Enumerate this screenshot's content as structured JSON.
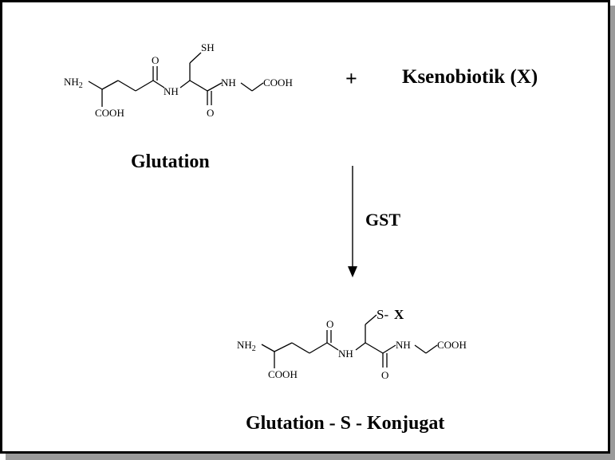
{
  "reactant": {
    "name": "Glutation",
    "groups": {
      "amine": "NH2",
      "carboxyl_alpha": "COOH",
      "carbonyl_o1": "O",
      "amide_nh1": "NH",
      "thiol": "SH",
      "carbonyl_o2": "O",
      "amide_nh2": "NH",
      "carboxyl_terminal": "COOH"
    }
  },
  "plus": "+",
  "xenobiotic": "Ksenobiotik (X)",
  "enzyme": "GST",
  "product": {
    "name": "Glutation - S - Konjugat",
    "groups": {
      "amine": "NH2",
      "carboxyl_alpha": "COOH",
      "carbonyl_o1": "O",
      "amide_nh1": "NH",
      "sulfur_link": "S-",
      "x_group": "X",
      "carbonyl_o2": "O",
      "amide_nh2": "NH",
      "carboxyl_terminal": "COOH"
    }
  },
  "colors": {
    "frame_border": "#000000",
    "frame_shadow": "#9a9a9a",
    "ink": "#000000",
    "background": "#ffffff"
  }
}
